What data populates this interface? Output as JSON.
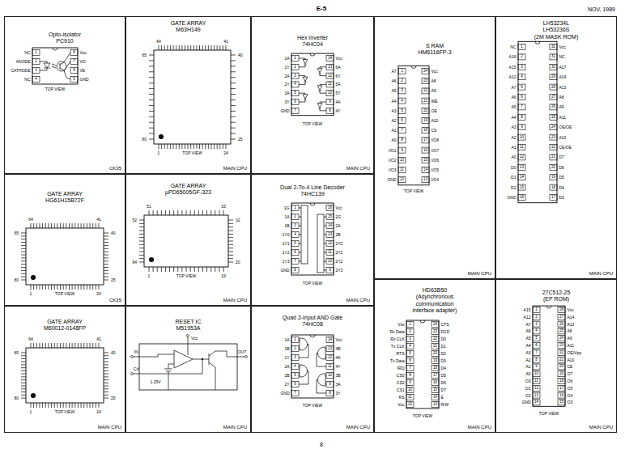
{
  "diagram": {
    "nodes": [
      {
        "text": [
          "Opto-isolator",
          "PC910",
          "CK35"
        ]
      },
      {
        "text": [
          "GATE ARRAY",
          "M63H149",
          "MAIN CPU"
        ]
      },
      {
        "text": [
          "Hex Inverter",
          "74HC04",
          "MAIN CPU"
        ]
      },
      {
        "text": [
          "S RAM",
          "HM6116FP-3",
          "MAIN CPU"
        ]
      },
      {
        "text": [
          "LH53234L",
          "LH53236S",
          "(2M MASK ROM)",
          "MAIN CPU"
        ]
      },
      {
        "text": [
          "GATE ARRAY",
          "HG61H15B72F",
          "CK35"
        ]
      },
      {
        "text": [
          "GATE ARRAY",
          "µPD65005GF-323",
          "MAIN CPU"
        ]
      },
      {
        "text": [
          "Dual 2-To-4 Line Decoder",
          "74HC139",
          "MAIN CPU"
        ]
      },
      {
        "text": [
          "HD63B50",
          "(Asynchronous communication interface adapter)",
          "MAIN CPU"
        ]
      },
      {
        "text": [
          "27C512-25",
          "(EP ROM)",
          "MAIN CPU"
        ]
      },
      {
        "text": [
          "GATE ARRAY",
          "M60012-0148FP",
          "MAIN CPU"
        ]
      },
      {
        "text": [
          "RESET IC",
          "M51953A",
          "MAIN CPU"
        ]
      },
      {
        "text": [
          "Quad 2-Input AND Gate",
          "74HC08",
          "MAIN CPU"
        ]
      }
    ],
    "labels": [
      "E-5",
      "NOV, 1989",
      "1",
      "NC",
      "2",
      "ANODE",
      "3",
      "CATHODE",
      "4",
      "NC",
      "5",
      "GND",
      "6",
      "VE",
      "7",
      "VO",
      "8",
      "Vcc",
      "TOP VIEW",
      "64",
      "41",
      "65",
      "40",
      "80",
      "25",
      "1",
      "24",
      "TOP VIEW",
      "1",
      "1A",
      "2",
      "1Y",
      "3",
      "2A",
      "4",
      "2Y",
      "5",
      "3A",
      "6",
      "3Y",
      "7",
      "GND",
      "8",
      "4Y",
      "9",
      "4A",
      "10",
      "5Y",
      "11",
      "5A",
      "12",
      "6Y",
      "13",
      "6A",
      "14",
      "Vcc",
      "TOP VIEW",
      "1",
      "A7",
      "2",
      "A6",
      "3",
      "A5",
      "4",
      "A4",
      "5",
      "A3",
      "6",
      "A2",
      "7",
      "A1",
      "8",
      "A0",
      "9",
      "I/O1",
      "10",
      "I/O2",
      "11",
      "I/O3",
      "12",
      "GND",
      "13",
      "I/O4",
      "14",
      "I/O5",
      "15",
      "I/O6",
      "16",
      "I/O7",
      "17",
      "I/O8",
      "18",
      "CS",
      "19",
      "A10",
      "20",
      "OE",
      "21",
      "WE",
      "22",
      "A9",
      "23",
      "A8",
      "24",
      "Vcc",
      "TOP VIEW",
      "1",
      "NC",
      "2",
      "A16",
      "3",
      "A15",
      "4",
      "A12",
      "5",
      "A7",
      "6",
      "A6",
      "7",
      "A5",
      "8",
      "A4",
      "9",
      "A3",
      "10",
      "A2",
      "11",
      "A1",
      "12",
      "A0",
      "13",
      "D0",
      "14",
      "D1",
      "15",
      "D2",
      "16",
      "GND",
      "17",
      "D3",
      "18",
      "D4",
      "19",
      "D5",
      "20",
      "D6",
      "21",
      "D7",
      "22",
      "CE/OE",
      "23",
      "A10",
      "24",
      "OE/OE",
      "25",
      "A11",
      "26",
      "A9",
      "27",
      "A8",
      "28",
      "A13",
      "29",
      "A14",
      "30",
      "A17",
      "31",
      "NC",
      "32",
      "Vcc",
      "64",
      "41",
      "65",
      "40",
      "80",
      "25",
      "1",
      "24",
      "TOP VIEW",
      "51",
      "33",
      "52",
      "32",
      "64",
      "20",
      "1",
      "19",
      "TOP VIEW",
      "1",
      "1G",
      "2",
      "1A",
      "3",
      "1B",
      "4",
      "1Y0",
      "5",
      "1Y1",
      "6",
      "1Y2",
      "7",
      "1Y3",
      "8",
      "GND",
      "9",
      "2Y3",
      "10",
      "2Y2",
      "11",
      "2Y1",
      "12",
      "2Y0",
      "13",
      "2B",
      "14",
      "2A",
      "15",
      "2G",
      "16",
      "Vcc",
      "TOP VIEW",
      "1",
      "Vss",
      "2",
      "Rx Data",
      "3",
      "Rx CLK",
      "4",
      "Tx CLK",
      "5",
      "RTS",
      "6",
      "Tx Data",
      "7",
      "IRQ",
      "8",
      "CS0",
      "9",
      "CS2",
      "10",
      "CS1",
      "11",
      "RS",
      "12",
      "Vcc",
      "13",
      "R/W",
      "14",
      "E",
      "15",
      "D7",
      "16",
      "D6",
      "17",
      "D5",
      "18",
      "D4",
      "19",
      "D3",
      "20",
      "D2",
      "21",
      "D1",
      "22",
      "D0",
      "23",
      "DCD",
      "24",
      "CTS",
      "TOP VIEW",
      "1",
      "A15",
      "2",
      "A12",
      "3",
      "A7",
      "4",
      "A6",
      "5",
      "A5",
      "6",
      "A4",
      "7",
      "A3",
      "8",
      "A2",
      "9",
      "A1",
      "10",
      "A0",
      "11",
      "O0",
      "12",
      "O1",
      "13",
      "O2",
      "14",
      "GND",
      "15",
      "O3",
      "16",
      "O4",
      "17",
      "O5",
      "18",
      "O6",
      "19",
      "O7",
      "20",
      "CE",
      "21",
      "A10",
      "22",
      "OE/Vpp",
      "23",
      "A11",
      "24",
      "A9",
      "25",
      "A8",
      "26",
      "A13",
      "27",
      "A14",
      "28",
      "Vcc",
      "TOP VIEW",
      "64",
      "41",
      "65",
      "40",
      "80",
      "25",
      "1",
      "24",
      "TOP VIEW",
      "Vcc",
      "IN",
      "Cd",
      "1.25V",
      "OUT",
      "1",
      "1A",
      "2",
      "1B",
      "3",
      "1Y",
      "4",
      "2A",
      "5",
      "2B",
      "6",
      "2Y",
      "7",
      "GND",
      "8",
      "3Y",
      "9",
      "3A",
      "10",
      "3B",
      "11",
      "4Y",
      "12",
      "4A",
      "13",
      "4B",
      "14",
      "Vcc",
      "TOP VIEW",
      "8"
    ]
  }
}
